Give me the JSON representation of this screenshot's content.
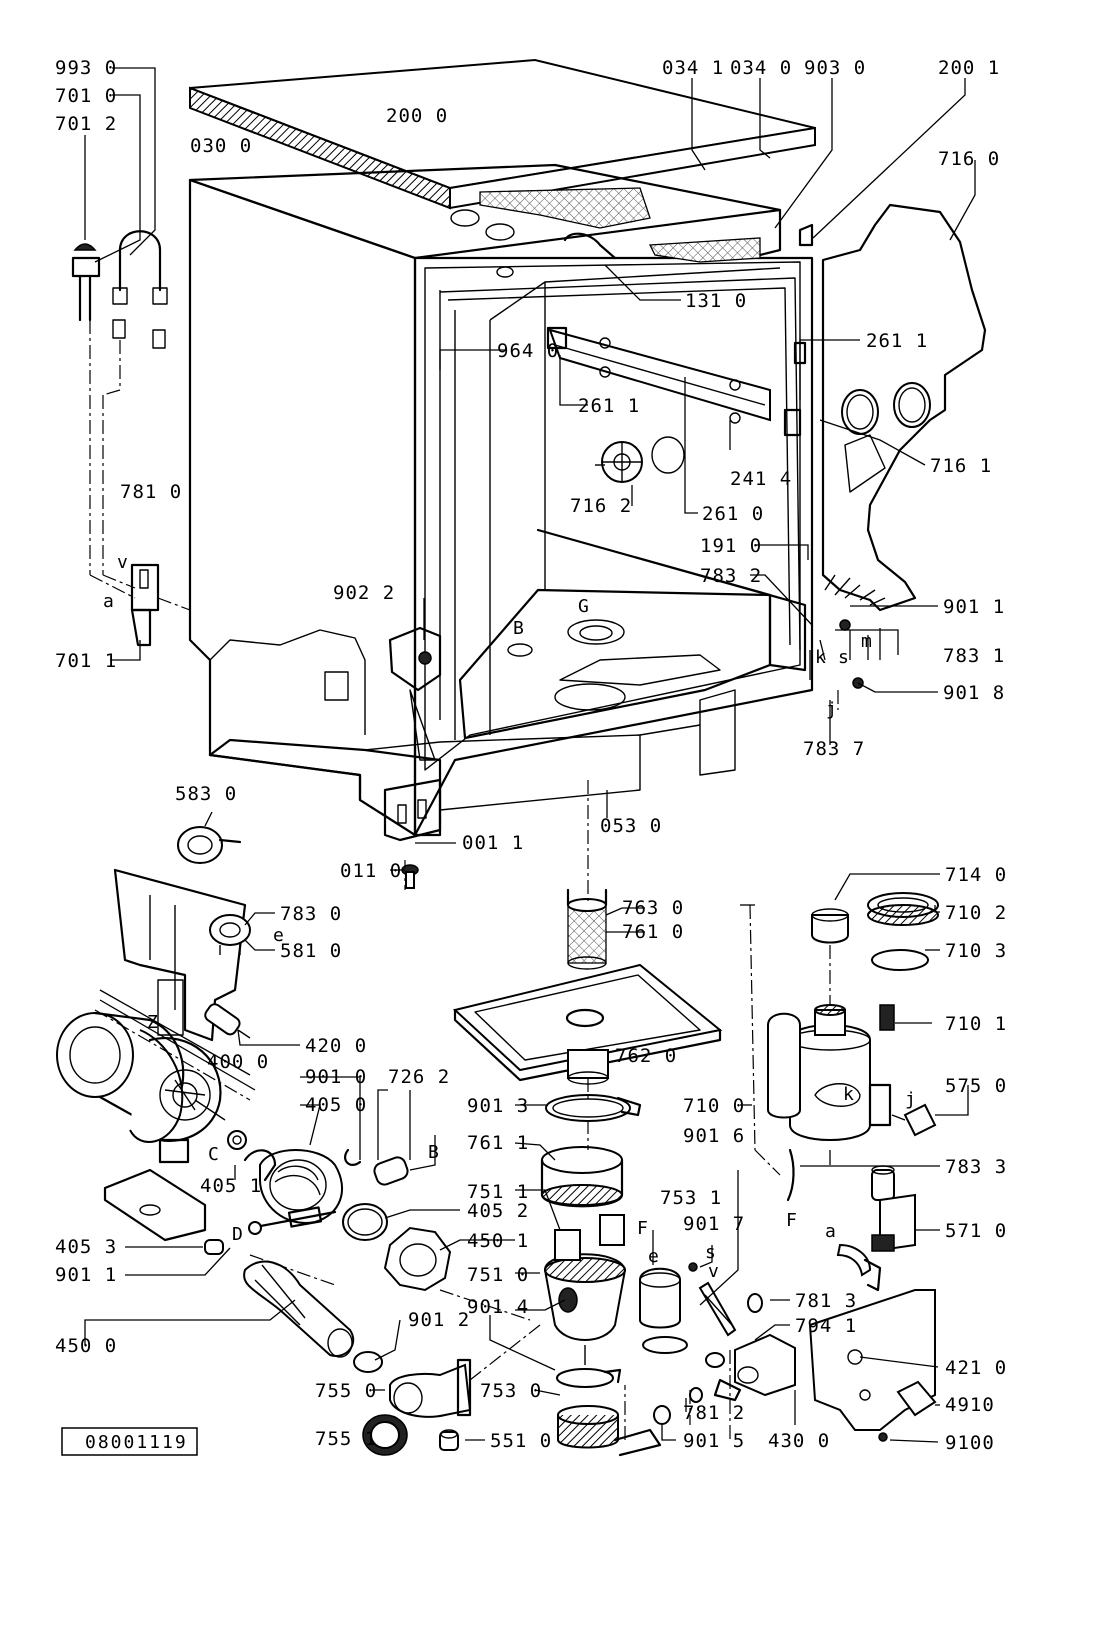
{
  "document_number": "08001119",
  "part_labels": [
    "993 0",
    "701 0",
    "701 2",
    "030 0",
    "200 0",
    "034 1",
    "034 0",
    "903 0",
    "200 1",
    "716 0",
    "131 0",
    "964 0",
    "261 1",
    "261 1",
    "241 4",
    "716 1",
    "716 2",
    "261 0",
    "191 0",
    "781 0",
    "783 2",
    "901 1",
    "783 1",
    "902 2",
    "901 8",
    "783 7",
    "701 1",
    "583 0",
    "001 1",
    "011 0",
    "053 0",
    "783 0",
    "581 0",
    "763 0",
    "761 0",
    "714 0",
    "710 2",
    "710 3",
    "420 0",
    "400 0",
    "762 0",
    "710 1",
    "901 0",
    "726 2",
    "405 0",
    "901 3",
    "710 0",
    "575 0",
    "761 1",
    "901 6",
    "783 3",
    "405 1",
    "405 2",
    "751 1",
    "753 1",
    "450 1",
    "901 7",
    "571 0",
    "405 3",
    "901 1",
    "751 0",
    "901 4",
    "781 3",
    "794 1",
    "450 0",
    "901 2",
    "421 0",
    "755 0",
    "753 0",
    "781 2",
    "4910",
    "755 1",
    "551 0",
    "901 5",
    "430 0",
    "9100"
  ],
  "connection_letters": [
    "v",
    "a",
    "G",
    "B",
    "k",
    "s",
    "m",
    "j",
    "e",
    "Z",
    "C",
    "D",
    "F",
    "e",
    "v",
    "s",
    "a",
    "k",
    "F",
    "j",
    "B"
  ]
}
